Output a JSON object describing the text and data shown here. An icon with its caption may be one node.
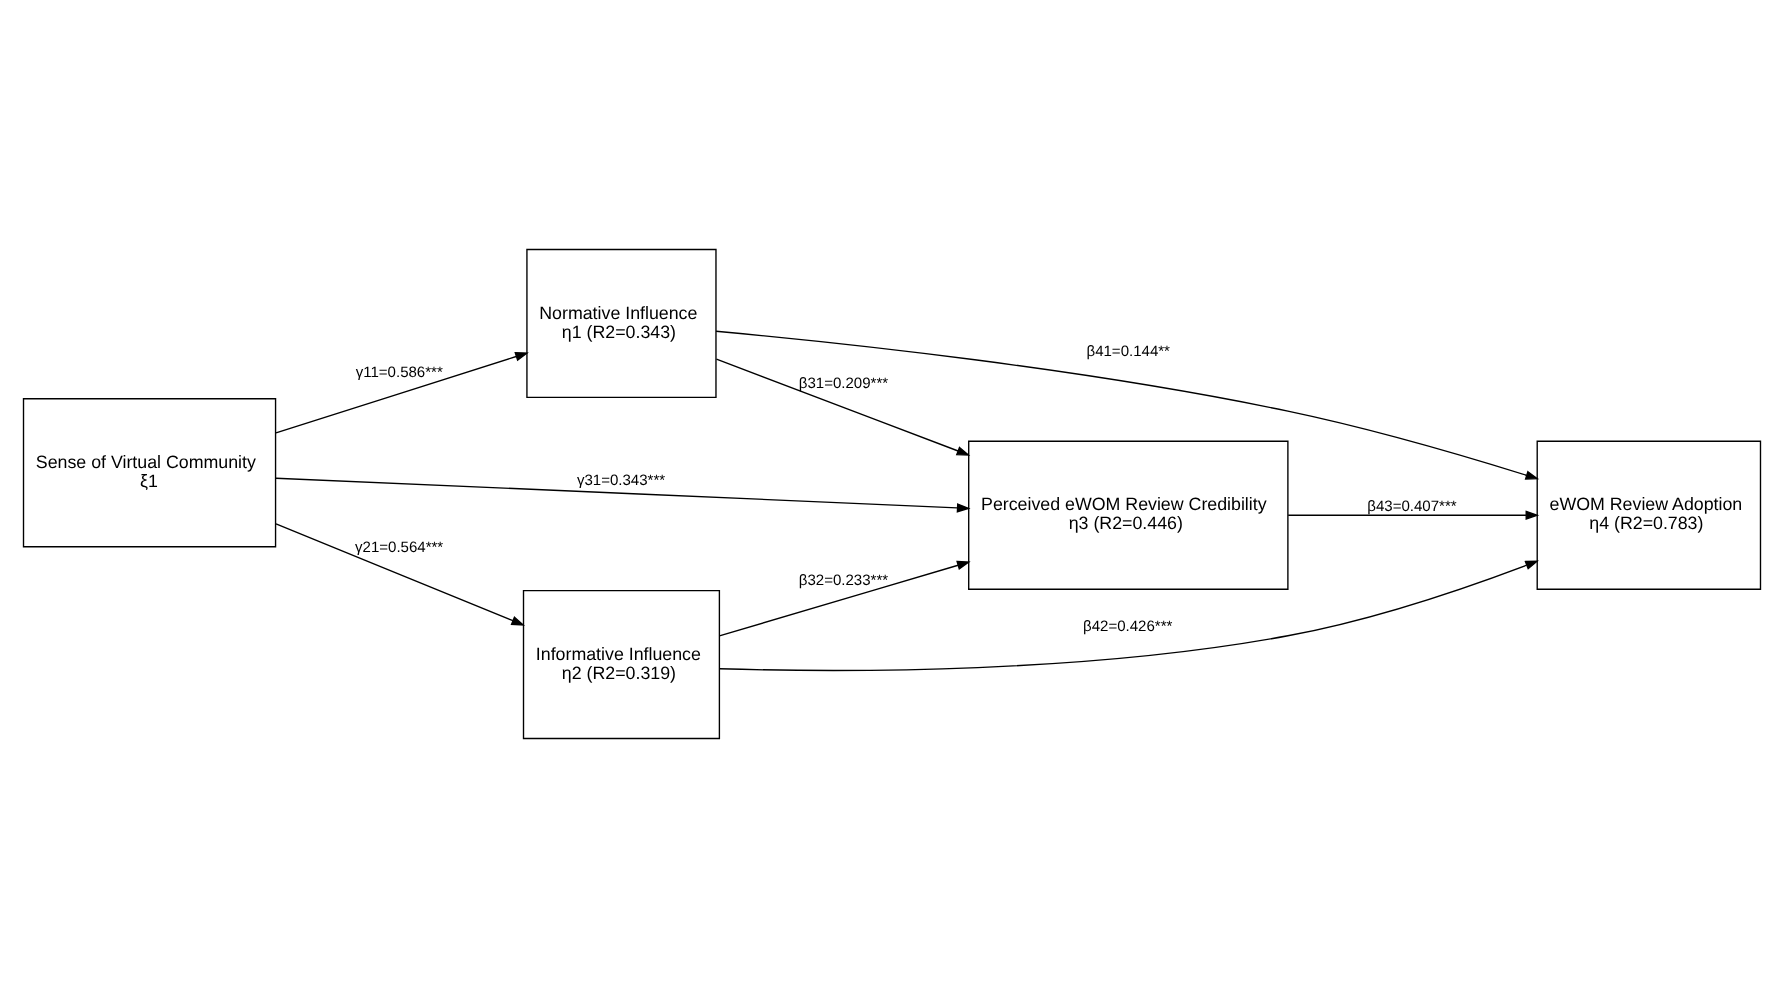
{
  "diagram": {
    "nodes": [
      {
        "text": [
          "Sense of Virtual Community",
          "ξ1"
        ]
      },
      {
        "text": [
          "Normative Influence",
          "η1 (R2=0.343)"
        ]
      },
      {
        "text": [
          "Informative Influence",
          "η2 (R2=0.319)"
        ]
      },
      {
        "text": [
          "Perceived eWOM Review Credibility",
          "η3 (R2=0.446)"
        ]
      },
      {
        "text": [
          "eWOM Review Adoption",
          "η4 (R2=0.783)"
        ]
      }
    ],
    "edges": [
      {
        "from": 0,
        "to": 1,
        "arrow": "to",
        "label": "γ11=0.586***"
      },
      {
        "from": 0,
        "to": 3,
        "arrow": "to",
        "label": "γ31=0.343***"
      },
      {
        "from": 0,
        "to": 2,
        "arrow": "to",
        "label": "γ21=0.564***"
      },
      {
        "from": 1,
        "to": 3,
        "arrow": "to",
        "label": "β31=0.209***"
      },
      {
        "from": 2,
        "to": 3,
        "arrow": "to",
        "label": "β32=0.233***"
      },
      {
        "from": 1,
        "to": 4,
        "arrow": "to",
        "label": "β41=0.144**"
      },
      {
        "from": 3,
        "to": 4,
        "arrow": "to",
        "label": "β43=0.407***"
      },
      {
        "from": 2,
        "to": 4,
        "arrow": "to",
        "label": "β42=0.426***"
      }
    ]
  }
}
